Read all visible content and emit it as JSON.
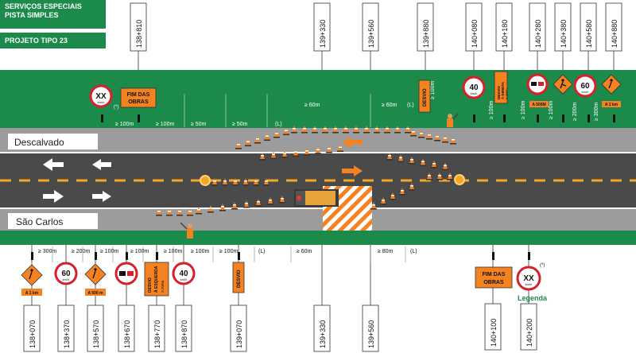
{
  "header": {
    "line1": "SERVIÇOS ESPECIAIS",
    "line2": "PISTA SIMPLES",
    "project": "PROJETO TIPO 23"
  },
  "roads": {
    "top": "Descalvado",
    "bottom": "São Carlos"
  },
  "colors": {
    "grass": "#1c8a4a",
    "asphalt": "#4a4a4a",
    "shoulder": "#9c9c9c",
    "orange": "#f58220",
    "sign_red": "#d6202a",
    "lane_dash": "#f5a623"
  },
  "signs": {
    "fim_line1": "FIM DAS",
    "fim_line2": "OBRAS",
    "xx": "XX",
    "kmh": "km/h",
    "speed40": "40",
    "speed60": "60",
    "desvio": "DESVIO",
    "desvio_direita_l1": "DESVIO",
    "desvio_direita_l2": "À DIREITA",
    "desvio_direita_l3": "A 300m",
    "desvio_esquerda_l1": "DESVIO",
    "desvio_esquerda_l2": "À ESQUERDA",
    "desvio_esquerda_l3": "A 300m",
    "a500": "A 500M",
    "a500_b": "A 500 m",
    "a1km": "A 1 km",
    "asterisk": "(*)"
  },
  "legend": "Legenda",
  "stations_top": [
    "138+810",
    "139+330",
    "139+560",
    "139+880",
    "140+080",
    "140+180",
    "140+280",
    "140+380",
    "140+580",
    "140+880"
  ],
  "stations_bottom": [
    "138+070",
    "138+370",
    "138+570",
    "138+670",
    "138+770",
    "138+870",
    "139+070",
    "139+330",
    "139+560",
    "140+100",
    "140+200"
  ],
  "distances_top": [
    "≥ 100m",
    "≥ 100m",
    "≥ 50m",
    "≥ 50m",
    "(L)",
    "≥ 60m",
    "≥ 60m",
    "(L)",
    "≥ 100m",
    "≥ 100m",
    "≥ 100m",
    "≥ 100m",
    "≥ 200m",
    "≥ 300m"
  ],
  "distances_bottom": [
    "≥ 300m",
    "≥ 200m",
    "≥ 100m",
    "≥ 100m",
    "≥ 100m",
    "≥ 100m",
    "≥ 100m",
    "(L)",
    "≥ 60m",
    "≥ 80m",
    "(L)"
  ]
}
